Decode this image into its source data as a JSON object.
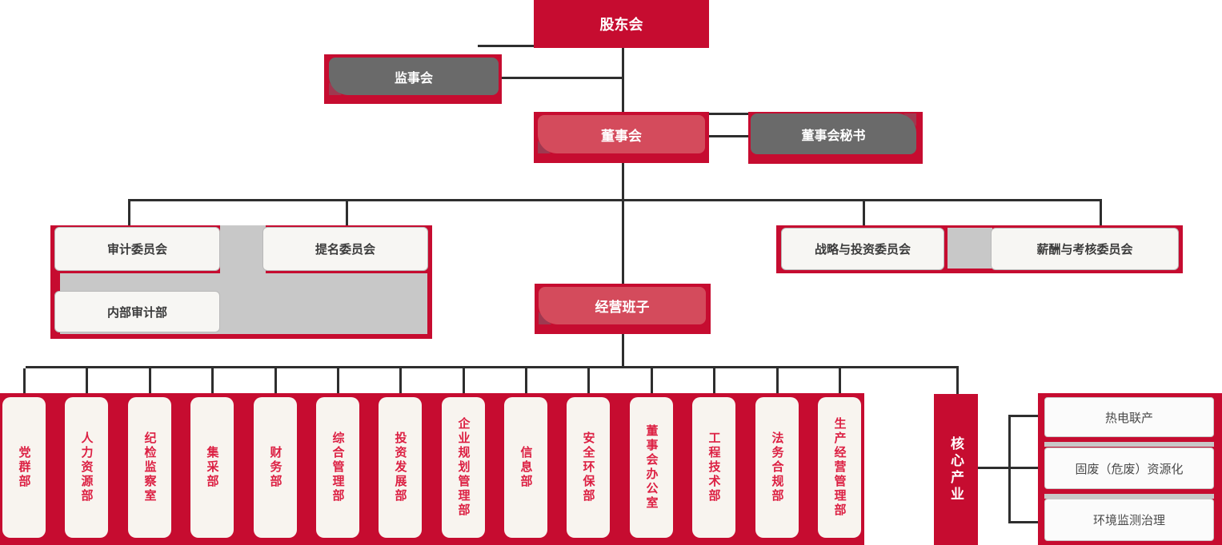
{
  "colors": {
    "primary_red": "#c60c30",
    "inner_light_red": "#d44b5c",
    "corner_notch_red": "#9e3950",
    "box_gray": "#6a6a6a",
    "fill_light_gray": "#c8c8c8",
    "connector_dark": "#2e2e2e",
    "card_bg": "#f8f4ef",
    "department_text_red": "#dc2043",
    "committee_text": "#3b3b3b"
  },
  "org": {
    "shareholders_label": "股东会",
    "supervisory_label": "监事会",
    "board_label": "董事会",
    "board_secretary_label": "董事会秘书",
    "management_label": "经营班子",
    "core_industry_label": "核心产业"
  },
  "committees": {
    "audit": "审计委员会",
    "nomination": "提名委员会",
    "internal_audit": "内部审计部",
    "strategy_investment": "战略与投资委员会",
    "compensation_assessment": "薪酬与考核委员会"
  },
  "departments": [
    "党群部",
    "人力资源部",
    "纪检监察室",
    "集采部",
    "财务部",
    "综合管理部",
    "投资发展部",
    "企业规划管理部",
    "信息部",
    "安全环保部",
    "董事会办公室",
    "工程技术部",
    "法务合规部",
    "生产经营管理部"
  ],
  "industries": [
    "热电联产",
    "固废（危废）资源化",
    "环境监测治理"
  ]
}
